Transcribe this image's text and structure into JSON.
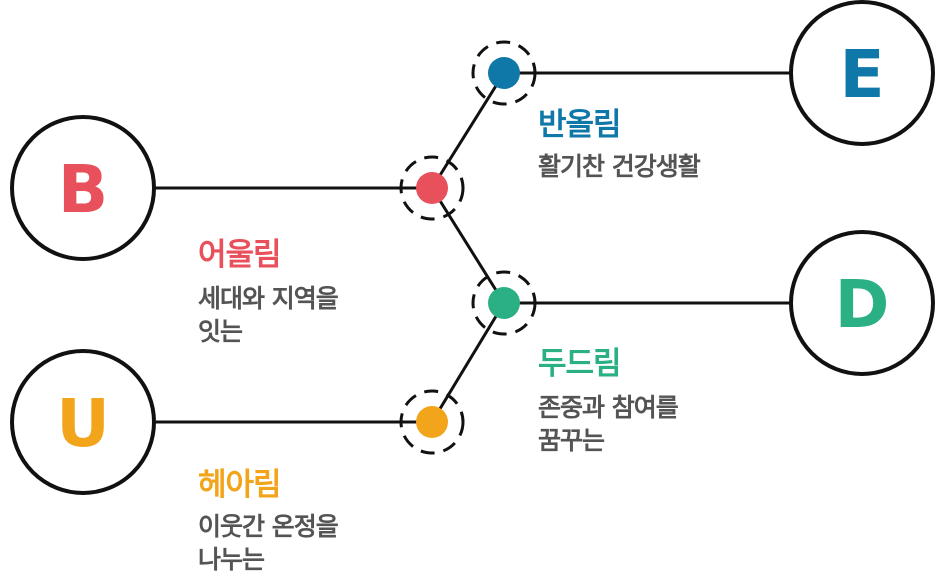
{
  "colors": {
    "line": "#111111",
    "B": "#e8505b",
    "E": "#0f78a8",
    "D": "#2bb086",
    "U": "#f2a41a",
    "desc": "#545454"
  },
  "nodes": {
    "B": {
      "letter": "B",
      "title": "어울림",
      "desc_line1": "세대와 지역을",
      "desc_line2": "잇는"
    },
    "E": {
      "letter": "E",
      "title": "반올림",
      "desc_line1": "활기찬 건강생활"
    },
    "D": {
      "letter": "D",
      "title": "두드림",
      "desc_line1": "존중과 참여를",
      "desc_line2": "꿈꾸는"
    },
    "U": {
      "letter": "U",
      "title": "헤아림",
      "desc_line1": "이웃간 온정을",
      "desc_line2": "나누는"
    }
  }
}
